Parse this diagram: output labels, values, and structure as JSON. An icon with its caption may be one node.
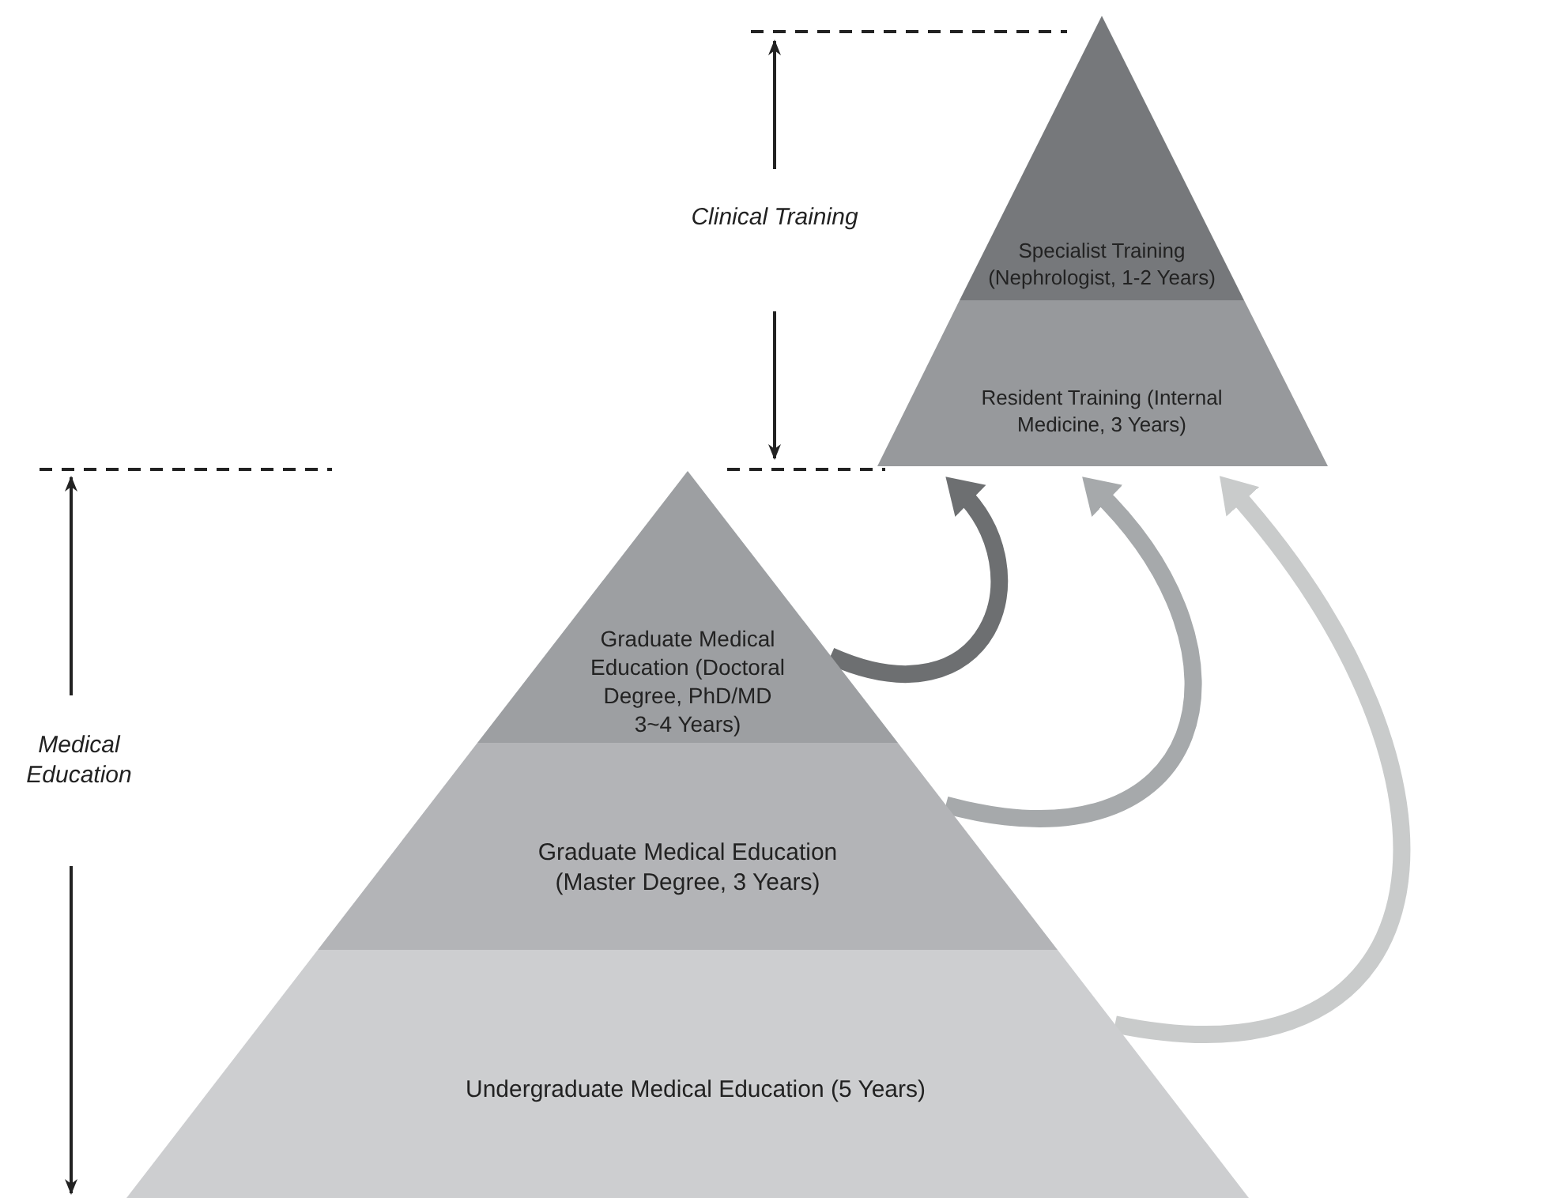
{
  "diagram": {
    "nodes": [
      {
        "text": [
          "Specialist Training (Nephrologist, 1-2 Years)"
        ]
      },
      {
        "text": [
          "Resident Training (Internal Medicine, 3 Years)"
        ]
      },
      {
        "text": [
          "Graduate Medical Education (Doctoral Degree, PhD/MD 3~4 Years)"
        ]
      },
      {
        "text": [
          "Graduate Medical Education (Master Degree, 3 Years)"
        ]
      },
      {
        "text": [
          "Undergraduate Medical Education (5 Years)"
        ]
      }
    ],
    "edges": [
      {
        "from": 2,
        "to": 1,
        "arrow": "to",
        "color": "#6d6f71"
      },
      {
        "from": 3,
        "to": 1,
        "arrow": "to",
        "color": "#a6a9ab"
      },
      {
        "from": 4,
        "to": 1,
        "arrow": "to",
        "color": "#c9cbcb"
      }
    ],
    "labels": [
      "Clinical Training",
      "Medical Education"
    ]
  }
}
